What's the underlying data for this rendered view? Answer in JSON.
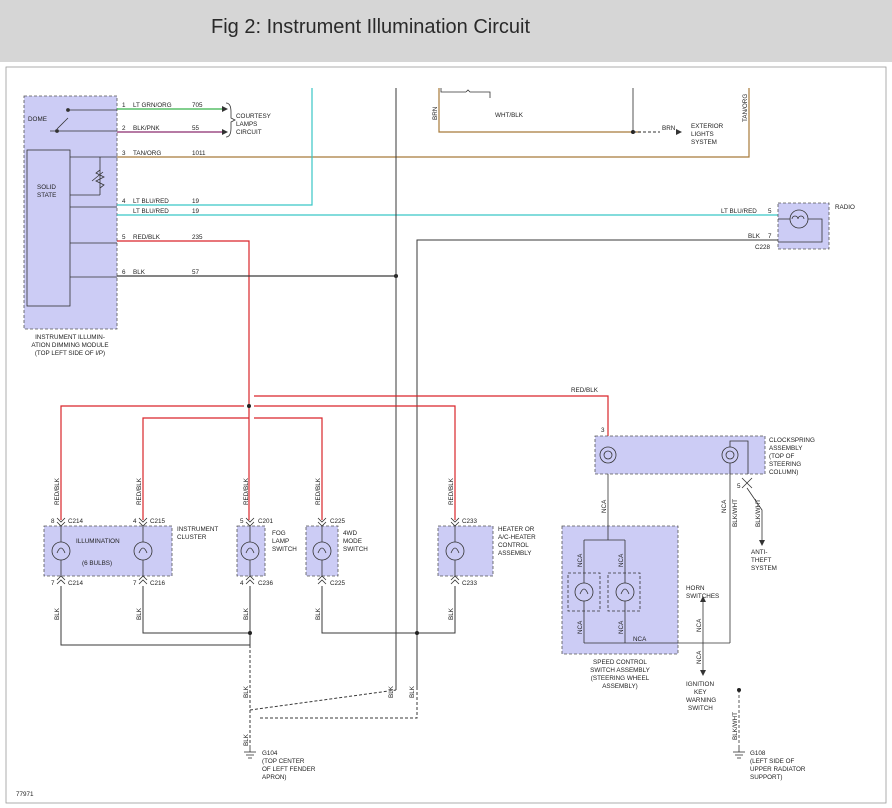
{
  "header": {
    "title": "Fig 2: Instrument Illumination Circuit"
  },
  "colors": {
    "wire_red": "#d9252a",
    "wire_cyan": "#39c6c6",
    "wire_brown": "#a87a3a",
    "wire_green": "#37b24a",
    "wire_purple": "#8b2b6e",
    "wire_black": "#3a3a3a",
    "component_fill": "#ccccf5"
  },
  "module": {
    "dome": "DOME",
    "solid_state_1": "SOLID",
    "solid_state_2": "STATE",
    "caption_1": "INSTRUMENT ILLUMIN-",
    "caption_2": "ATION DIMMING MODULE",
    "caption_3": "(TOP LEFT SIDE OF I/P)"
  },
  "pins": [
    {
      "num": "1",
      "color": "LT GRN/ORG",
      "circuit": "705"
    },
    {
      "num": "2",
      "color": "BLK/PNK",
      "circuit": "55"
    },
    {
      "num": "3",
      "color": "TAN/ORG",
      "circuit": "1011"
    },
    {
      "num": "4",
      "color": "LT BLU/RED",
      "circuit": "19"
    },
    {
      "num": "",
      "color": "LT BLU/RED",
      "circuit": "19"
    },
    {
      "num": "5",
      "color": "RED/BLK",
      "circuit": "235"
    },
    {
      "num": "6",
      "color": "BLK",
      "circuit": "57"
    }
  ],
  "courtesy": {
    "l1": "COURTESY",
    "l2": "LAMPS",
    "l3": "CIRCUIT"
  },
  "top_right": {
    "brn": "BRN",
    "wht_blk": "WHT/BLK",
    "brn2": "BRN",
    "tan_org": "TAN/ORG",
    "ext1": "EXTERIOR",
    "ext2": "LIGHTS",
    "ext3": "SYSTEM"
  },
  "radio": {
    "label": "RADIO",
    "wire1": "LT BLU/RED",
    "pin1": "5",
    "wire2": "BLK",
    "pin2": "7",
    "connector": "C228"
  },
  "red_blk_label": "RED/BLK",
  "clockspring": {
    "pin": "3",
    "l1": "CLOCKSPRING",
    "l2": "ASSEMBLY",
    "l3": "(TOP OF",
    "l4": "STEERING",
    "l5": "COLUMN)",
    "pin5": "5",
    "blk_wht": "BLK/WHT",
    "blk_wht2": "BLK/WHT",
    "anti1": "ANTI-",
    "anti2": "THEFT",
    "anti3": "SYSTEM"
  },
  "components": {
    "illum": {
      "pin_top": "8",
      "conn_top": "C214",
      "name1": "ILLUMINATION",
      "name2": "(6 BULBS)",
      "pin_bot": "7",
      "conn_bot": "C214"
    },
    "cluster": {
      "pin_top": "4",
      "conn_top": "C215",
      "name1": "INSTRUMENT",
      "name2": "CLUSTER",
      "pin_bot": "7",
      "conn_bot": "C216"
    },
    "fog": {
      "pin_top": "5",
      "conn_top": "C201",
      "name1": "FOG",
      "name2": "LAMP",
      "name3": "SWITCH",
      "pin_bot": "4",
      "conn_bot": "C236"
    },
    "fwd": {
      "conn_top": "C225",
      "name1": "4WD",
      "name2": "MODE",
      "name3": "SWITCH",
      "conn_bot": "C225"
    },
    "heater": {
      "conn_top": "C233",
      "name1": "HEATER OR",
      "name2": "A/C-HEATER",
      "name3": "CONTROL",
      "name4": "ASSEMBLY",
      "conn_bot": "C233"
    }
  },
  "wire_red_blk": "RED/BLK",
  "wire_blk": "BLK",
  "speed_control": {
    "l1": "SPEED CONTROL",
    "l2": "SWITCH ASSEMBLY",
    "l3": "(STEERING WHEEL",
    "l4": "ASSEMBLY)",
    "nca": "NCA"
  },
  "horn": {
    "l1": "HORN",
    "l2": "SWITCHES"
  },
  "ignition": {
    "l1": "IGNITION",
    "l2": "KEY",
    "l3": "WARNING",
    "l4": "SWITCH"
  },
  "g104": {
    "name": "G104",
    "l1": "(TOP CENTER",
    "l2": "OF LEFT FENDER",
    "l3": "APRON)"
  },
  "g108": {
    "name": "G108",
    "l1": "(LEFT SIDE OF",
    "l2": "UPPER RADIATOR",
    "l3": "SUPPORT)"
  },
  "figure_number": "77971"
}
